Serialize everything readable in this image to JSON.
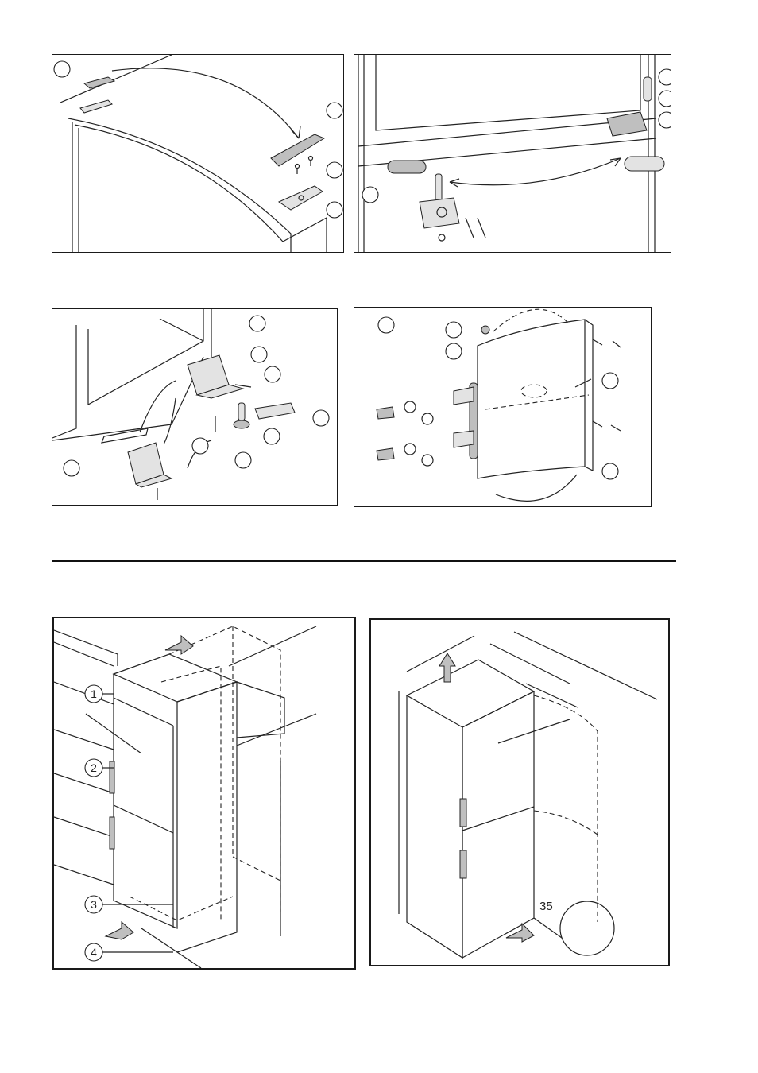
{
  "install_figure": {
    "callouts": [
      "1",
      "2",
      "3",
      "4"
    ]
  },
  "dimension_figure": {
    "tilt_angle_label": "35"
  },
  "colors": {
    "line": "#222222",
    "part_fill": "#bfbfbf"
  }
}
